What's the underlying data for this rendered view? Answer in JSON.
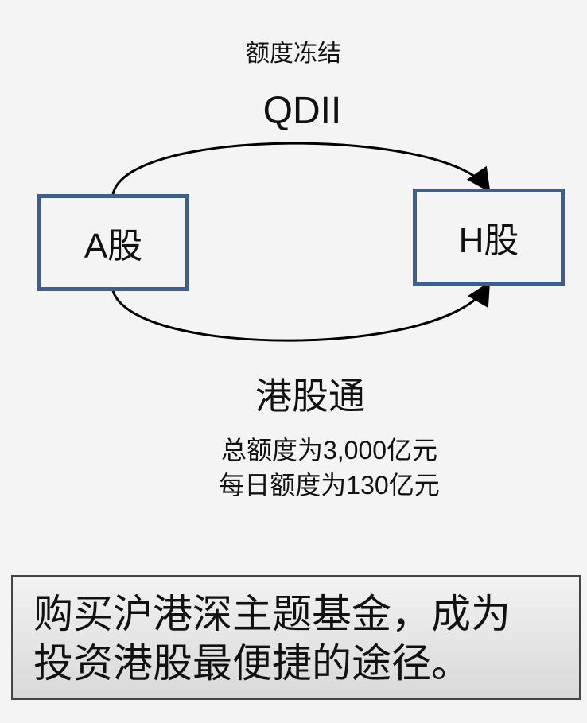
{
  "diagram": {
    "quota_freeze_label": "额度冻结",
    "qdii_label": "QDII",
    "node_a_label": "A股",
    "node_h_label": "H股",
    "connect_label": "港股通",
    "quota_lines": [
      "总额度为3,000亿元",
      "每日额度为130亿元"
    ],
    "colors": {
      "box_border": "#3f5f8b",
      "arrow": "#000000",
      "background": "#f4f4f4"
    }
  },
  "callout": {
    "lines": [
      "购买沪港深主题基金，成为",
      "投资港股最便捷的途径。"
    ]
  }
}
